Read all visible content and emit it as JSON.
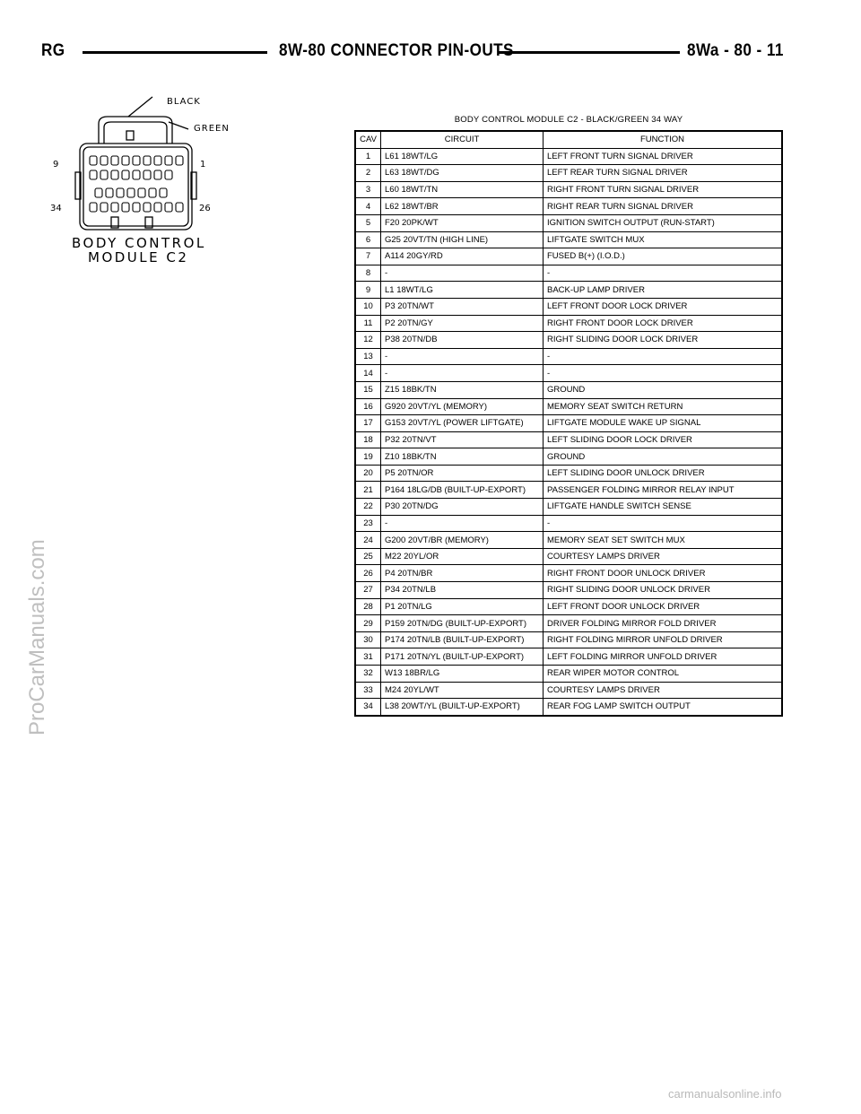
{
  "header": {
    "left": "RG",
    "center": "8W-80 CONNECTOR PIN-OUTS",
    "right": "8Wa - 80 - 11"
  },
  "connector": {
    "label_black": "BLACK",
    "label_green": "GREEN",
    "pin_9": "9",
    "pin_1": "1",
    "pin_34": "34",
    "pin_26": "26",
    "name_line1": "BODY CONTROL",
    "name_line2": "MODULE C2"
  },
  "table": {
    "title": "BODY CONTROL MODULE C2 - BLACK/GREEN 34 WAY",
    "headers": [
      "CAV",
      "CIRCUIT",
      "FUNCTION"
    ],
    "rows": [
      [
        "1",
        "L61 18WT/LG",
        "LEFT FRONT TURN SIGNAL DRIVER"
      ],
      [
        "2",
        "L63 18WT/DG",
        "LEFT REAR TURN SIGNAL DRIVER"
      ],
      [
        "3",
        "L60 18WT/TN",
        "RIGHT FRONT TURN SIGNAL DRIVER"
      ],
      [
        "4",
        "L62 18WT/BR",
        "RIGHT REAR TURN SIGNAL DRIVER"
      ],
      [
        "5",
        "F20 20PK/WT",
        "IGNITION SWITCH OUTPUT (RUN-START)"
      ],
      [
        "6",
        "G25 20VT/TN (HIGH LINE)",
        "LIFTGATE SWITCH MUX"
      ],
      [
        "7",
        "A114 20GY/RD",
        "FUSED B(+) (I.O.D.)"
      ],
      [
        "8",
        "-",
        "-"
      ],
      [
        "9",
        "L1 18WT/LG",
        "BACK-UP LAMP DRIVER"
      ],
      [
        "10",
        "P3 20TN/WT",
        "LEFT FRONT DOOR LOCK DRIVER"
      ],
      [
        "11",
        "P2 20TN/GY",
        "RIGHT FRONT DOOR LOCK DRIVER"
      ],
      [
        "12",
        "P38 20TN/DB",
        "RIGHT SLIDING DOOR LOCK DRIVER"
      ],
      [
        "13",
        "-",
        "-"
      ],
      [
        "14",
        "-",
        "-"
      ],
      [
        "15",
        "Z15 18BK/TN",
        "GROUND"
      ],
      [
        "16",
        "G920 20VT/YL (MEMORY)",
        "MEMORY SEAT SWITCH RETURN"
      ],
      [
        "17",
        "G153 20VT/YL (POWER LIFTGATE)",
        "LIFTGATE MODULE WAKE UP SIGNAL"
      ],
      [
        "18",
        "P32 20TN/VT",
        "LEFT SLIDING DOOR LOCK DRIVER"
      ],
      [
        "19",
        "Z10 18BK/TN",
        "GROUND"
      ],
      [
        "20",
        "P5 20TN/OR",
        "LEFT SLIDING DOOR UNLOCK DRIVER"
      ],
      [
        "21",
        "P164 18LG/DB (BUILT-UP-EXPORT)",
        "PASSENGER FOLDING MIRROR RELAY INPUT"
      ],
      [
        "22",
        "P30 20TN/DG",
        "LIFTGATE HANDLE SWITCH SENSE"
      ],
      [
        "23",
        "-",
        "-"
      ],
      [
        "24",
        "G200 20VT/BR (MEMORY)",
        "MEMORY SEAT SET SWITCH MUX"
      ],
      [
        "25",
        "M22 20YL/OR",
        "COURTESY LAMPS DRIVER"
      ],
      [
        "26",
        "P4 20TN/BR",
        "RIGHT FRONT DOOR UNLOCK DRIVER"
      ],
      [
        "27",
        "P34 20TN/LB",
        "RIGHT SLIDING DOOR UNLOCK DRIVER"
      ],
      [
        "28",
        "P1 20TN/LG",
        "LEFT FRONT DOOR UNLOCK DRIVER"
      ],
      [
        "29",
        "P159 20TN/DG (BUILT-UP-EXPORT)",
        "DRIVER FOLDING MIRROR FOLD DRIVER"
      ],
      [
        "30",
        "P174 20TN/LB (BUILT-UP-EXPORT)",
        "RIGHT FOLDING MIRROR UNFOLD DRIVER"
      ],
      [
        "31",
        "P171 20TN/YL (BUILT-UP-EXPORT)",
        "LEFT FOLDING MIRROR UNFOLD DRIVER"
      ],
      [
        "32",
        "W13 18BR/LG",
        "REAR WIPER MOTOR CONTROL"
      ],
      [
        "33",
        "M24 20YL/WT",
        "COURTESY LAMPS DRIVER"
      ],
      [
        "34",
        "L38 20WT/YL (BUILT-UP-EXPORT)",
        "REAR FOG LAMP SWITCH OUTPUT"
      ]
    ]
  },
  "watermarks": {
    "vertical": "ProCarManuals.com",
    "bottom": "carmanualsonline.info"
  }
}
